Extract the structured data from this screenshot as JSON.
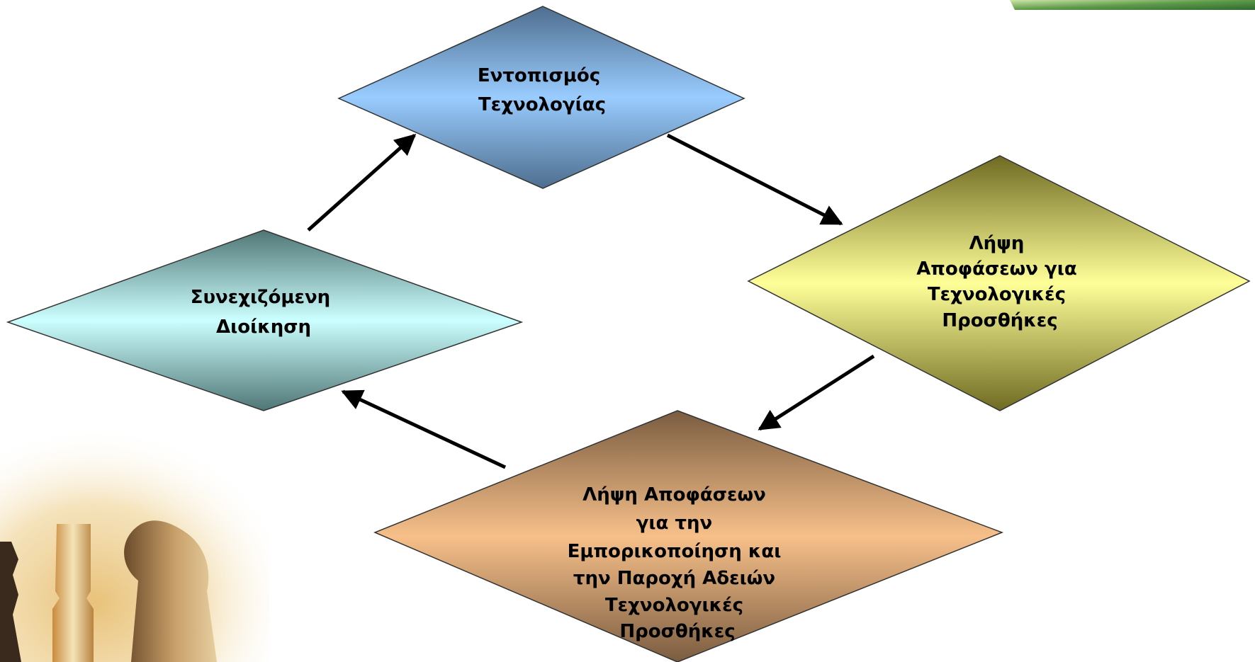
{
  "nodes": [
    {
      "id": "technology-identification",
      "lines": [
        "Εντοπισμός",
        "Τεχνολογίας"
      ]
    },
    {
      "id": "technology-acquisition-decision",
      "lines": [
        "Λήψη",
        "Αποφάσεων για",
        "Τεχνολογικές",
        "Προσθήκες"
      ]
    },
    {
      "id": "commercialization-decision",
      "lines": [
        "Λήψη Αποφάσεων",
        "για  την",
        "Εμπορικοποίηση και",
        "την Παροχή Αδειών",
        "Τεχνολογικές",
        "Προσθήκες"
      ]
    },
    {
      "id": "ongoing-management",
      "lines": [
        "Συνεχιζόμενη",
        "Διοίκηση"
      ]
    }
  ],
  "flow": [
    [
      "technology-identification",
      "technology-acquisition-decision"
    ],
    [
      "technology-acquisition-decision",
      "commercialization-decision"
    ],
    [
      "commercialization-decision",
      "ongoing-management"
    ],
    [
      "ongoing-management",
      "technology-identification"
    ]
  ],
  "colors": {
    "node_blue_top": "#4e6e8e",
    "node_blue_mid": "#99ccff",
    "node_olive_top": "#6e6a22",
    "node_olive_mid": "#ffff99",
    "node_tan_top": "#7a5c40",
    "node_tan_mid": "#f7c08a",
    "node_cyan_top": "#4f7675",
    "node_cyan_mid": "#ccffff",
    "arrow": "#000000",
    "background": "#ffffff"
  }
}
